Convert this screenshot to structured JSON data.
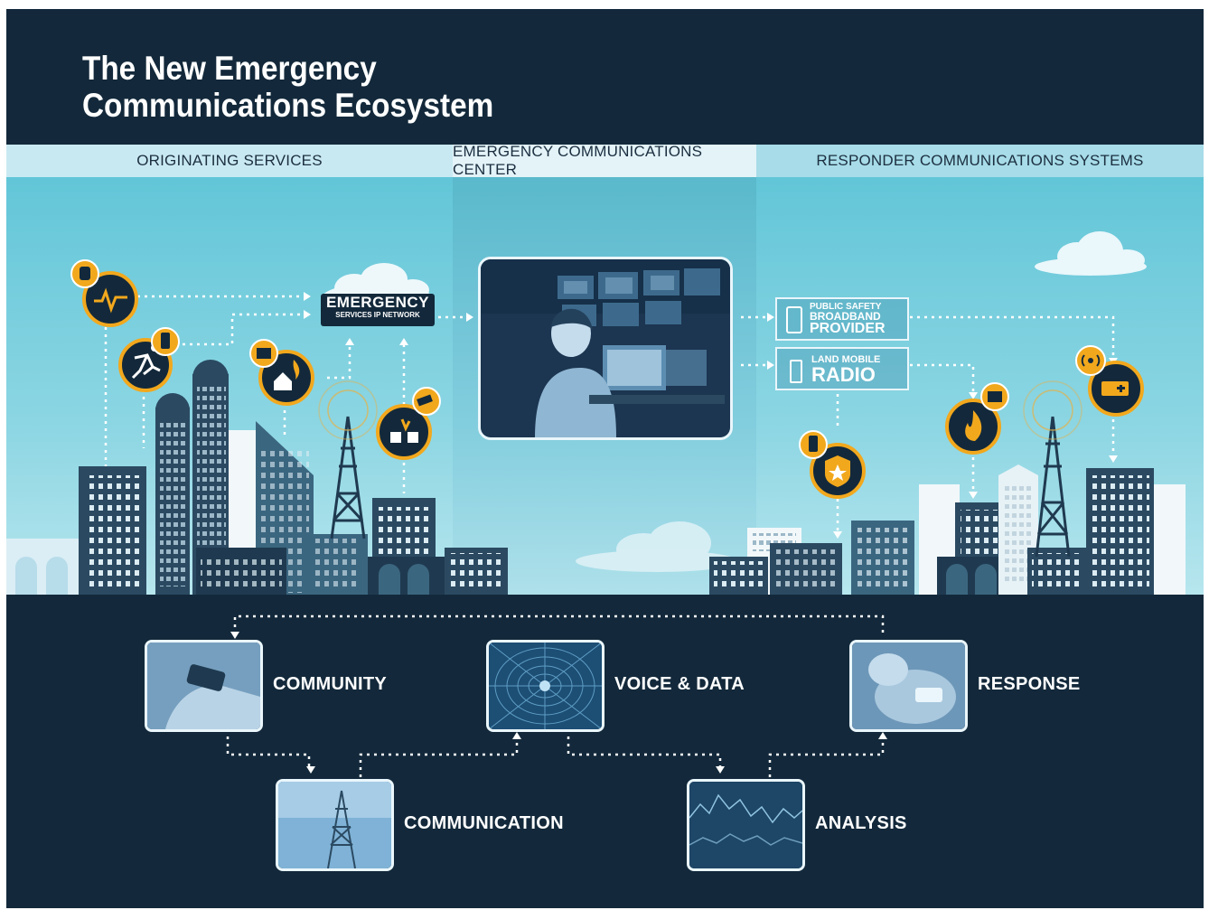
{
  "title": {
    "line1": "The New Emergency",
    "line2": "Communications Ecosystem"
  },
  "sections": {
    "originating": "ORIGINATING SERVICES",
    "ecc": "EMERGENCY COMMUNICATIONS CENTER",
    "responder": "RESPONDER COMMUNICATIONS SYSTEMS"
  },
  "network": {
    "name": "EMERGENCY",
    "subtitle": "SERVICES IP NETWORK"
  },
  "responder_systems": {
    "broadband_line1": "PUBLIC SAFETY",
    "broadband_line2": "BROADBAND",
    "broadband_line3": "PROVIDER",
    "lmr_line1": "LAND MOBILE",
    "lmr_line2": "RADIO"
  },
  "lifecycle": {
    "community": "COMMUNITY",
    "voice_data": "VOICE & DATA",
    "response": "RESPONSE",
    "communication": "COMMUNICATION",
    "analysis": "ANALYSIS"
  },
  "colors": {
    "dark_navy": "#13293b",
    "sky": "#62c6d8",
    "accent_orange": "#f2a81d",
    "building": "#2e4e66"
  },
  "icons": [
    "smartwatch-icon",
    "heart-pulse-icon",
    "phone-icon",
    "running-person-icon",
    "video-icon",
    "house-fire-icon",
    "security-camera-icon",
    "car-crash-icon",
    "radio-tower-icon",
    "police-badge-icon",
    "flame-icon",
    "ambulance-icon",
    "broadcast-icon",
    "handheld-radio-icon"
  ]
}
